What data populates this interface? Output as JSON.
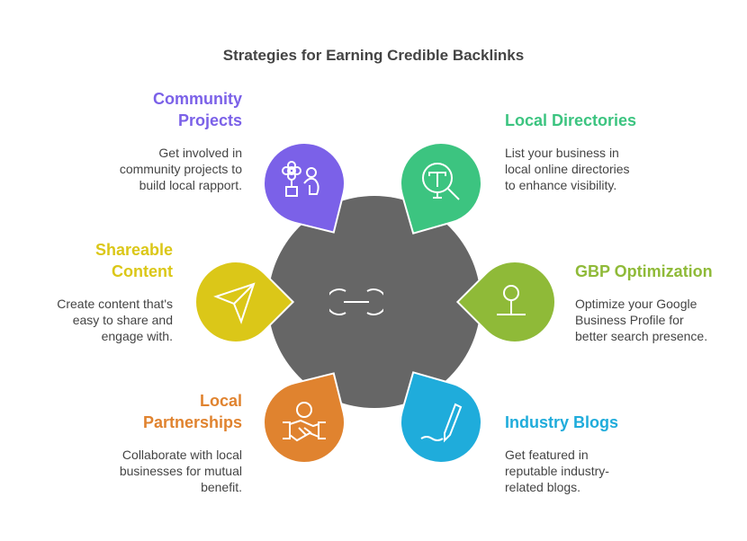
{
  "title": "Strategies for Earning Credible Backlinks",
  "center_icon": "link-icon",
  "items": [
    {
      "heading": "Community Projects",
      "line1": "Community",
      "line2": "Projects",
      "desc": [
        "Get involved in",
        "community projects to",
        "build local rapport."
      ],
      "color": "#7B61E8",
      "icon": "community-icon"
    },
    {
      "heading": "Local Directories",
      "desc": [
        "List your business in",
        "local online directories",
        "to enhance visibility."
      ],
      "color": "#3CC480",
      "icon": "directory-search-icon"
    },
    {
      "heading": "Shareable Content",
      "line1": "Shareable",
      "line2": "Content",
      "desc": [
        "Create content that's",
        "easy to share and",
        "engage with."
      ],
      "color": "#DBC718",
      "icon": "paper-plane-icon"
    },
    {
      "heading": "GBP Optimization",
      "desc": [
        "Optimize your Google",
        "Business Profile for",
        "better search presence."
      ],
      "color": "#8FBA38",
      "icon": "location-pin-icon"
    },
    {
      "heading": "Local Partnerships",
      "line1": "Local",
      "line2": "Partnerships",
      "desc": [
        "Collaborate with local",
        "businesses for mutual",
        "benefit."
      ],
      "color": "#E0832F",
      "icon": "handshake-icon"
    },
    {
      "heading": "Industry Blogs",
      "desc": [
        "Get featured in",
        "reputable industry-",
        "related blogs."
      ],
      "color": "#1FACDB",
      "icon": "pen-icon"
    }
  ]
}
